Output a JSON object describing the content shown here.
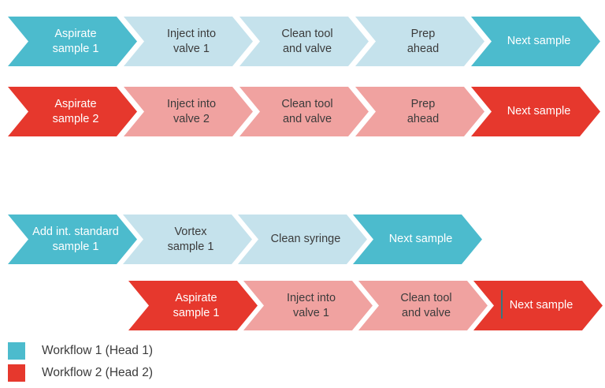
{
  "colors": {
    "background": "#ffffff",
    "teal-dark": "#4cbbcd",
    "teal-light": "#c5e2ec",
    "red-dark": "#e6382d",
    "red-light": "#f0a2a0",
    "text-dark": "#3b3b3b",
    "text-light": "#ffffff",
    "caret": "#39757f"
  },
  "rows": [
    {
      "workflow": "Workflow 1 (Head 1)",
      "steps": [
        {
          "label": "Aspirate\nsample 1",
          "emphasis": "dark"
        },
        {
          "label": "Inject into\nvalve 1",
          "emphasis": "light"
        },
        {
          "label": "Clean tool\nand valve",
          "emphasis": "light"
        },
        {
          "label": "Prep\nahead",
          "emphasis": "light"
        },
        {
          "label": "Next sample",
          "emphasis": "dark"
        }
      ]
    },
    {
      "workflow": "Workflow 2 (Head 2)",
      "steps": [
        {
          "label": "Aspirate\nsample 2",
          "emphasis": "dark"
        },
        {
          "label": "Inject into\nvalve 2",
          "emphasis": "light"
        },
        {
          "label": "Clean tool\nand valve",
          "emphasis": "light"
        },
        {
          "label": "Prep\nahead",
          "emphasis": "light"
        },
        {
          "label": "Next sample",
          "emphasis": "dark"
        }
      ]
    },
    {
      "workflow": "Workflow 1 (Head 1)",
      "steps": [
        {
          "label": "Add int. standard\nsample 1",
          "emphasis": "dark"
        },
        {
          "label": "Vortex\nsample 1",
          "emphasis": "light"
        },
        {
          "label": "Clean syringe",
          "emphasis": "light"
        },
        {
          "label": "Next sample",
          "emphasis": "dark"
        }
      ]
    },
    {
      "workflow": "Workflow 2 (Head 2)",
      "steps": [
        {
          "label": "Aspirate\nsample 1",
          "emphasis": "dark"
        },
        {
          "label": "Inject into\nvalve 1",
          "emphasis": "light"
        },
        {
          "label": "Clean tool\nand valve",
          "emphasis": "light"
        },
        {
          "label": "Next sample",
          "emphasis": "dark"
        }
      ]
    }
  ],
  "legend": [
    {
      "label": "Workflow 1 (Head 1)",
      "color": "#4cbbcd"
    },
    {
      "label": "Workflow 2 (Head 2)",
      "color": "#e6382d"
    }
  ]
}
